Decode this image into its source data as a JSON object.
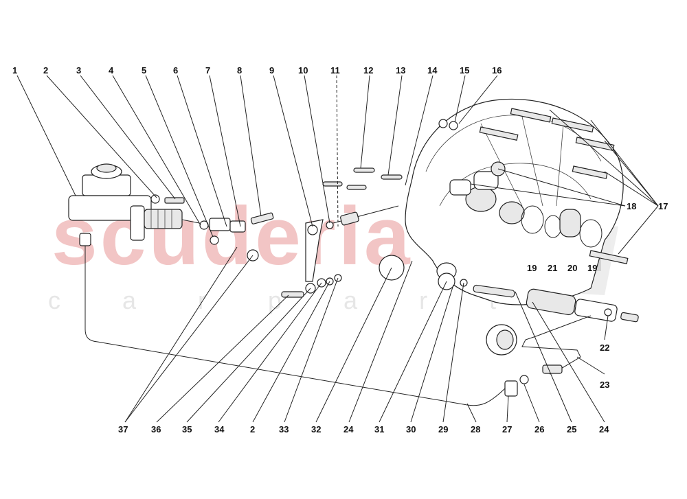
{
  "watermark": {
    "brand": "scuderia",
    "sub": "c a r   p a r t s"
  },
  "callouts_top": [
    "1",
    "2",
    "3",
    "4",
    "5",
    "6",
    "7",
    "8",
    "9",
    "10",
    "11",
    "12",
    "13",
    "14",
    "15",
    "16"
  ],
  "callouts_right": [
    "17",
    "18"
  ],
  "callouts_middle": [
    "19",
    "21",
    "20",
    "19",
    "22",
    "23"
  ],
  "callouts_bottom": [
    "37",
    "36",
    "35",
    "34",
    "2",
    "33",
    "32",
    "24",
    "31",
    "30",
    "29",
    "28",
    "27",
    "26",
    "25",
    "24"
  ]
}
